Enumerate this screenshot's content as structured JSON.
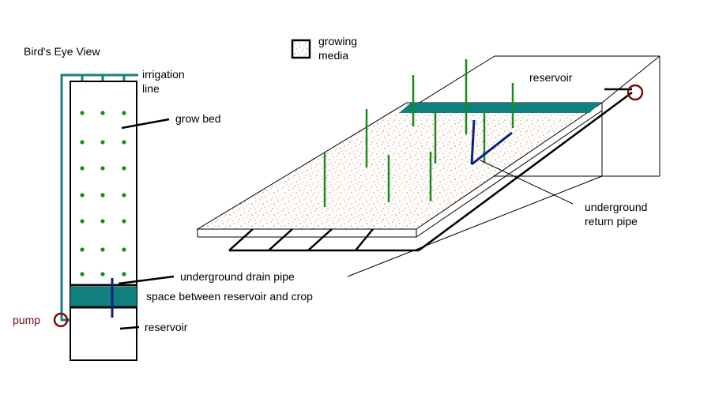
{
  "labels": {
    "birds_eye_view": "Bird's Eye View",
    "irrigation_line_1": "irrigation",
    "irrigation_line_2": "line",
    "grow_bed": "grow bed",
    "underground_drain_pipe": "underground drain pipe",
    "space_between": "space between reservoir and crop",
    "pump": "pump",
    "reservoir_left": "reservoir",
    "growing_media_1": "growing",
    "growing_media_2": "media",
    "reservoir_right": "reservoir",
    "return_pipe_1": "underground",
    "return_pipe_2": "return pipe"
  },
  "colors": {
    "irrigation": "#1a7f7f",
    "reservoir_fill": "#0f7f7f",
    "plants": "#1c8a1c",
    "pipe": "#0b1f8a",
    "pump": "#7a0c0c",
    "media_speckle": "#c98a5a",
    "outline": "#000000"
  },
  "icons": {
    "pump": "pump-circle-icon",
    "legend_swatch": "growing-media-swatch-icon"
  }
}
